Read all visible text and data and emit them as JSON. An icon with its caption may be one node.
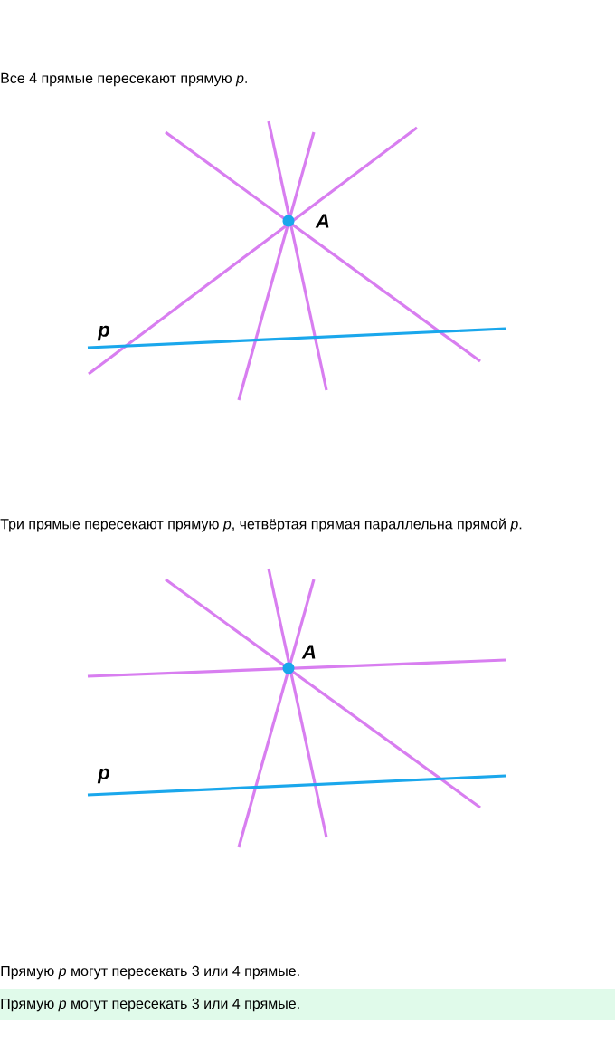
{
  "diagram": {
    "labels": [
      "Все 4 прямые пересекают прямую *p*.",
      "A",
      "p",
      "Три прямые пересекают прямую *p*, четвёртая прямая параллельна прямой *p*.",
      "A",
      "p",
      "Прямую *p* могут пересекать 3 или 4 прямые.",
      "Прямую *p* могут пересекать 3 или 4 прямые."
    ]
  }
}
